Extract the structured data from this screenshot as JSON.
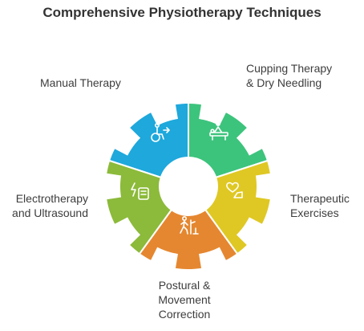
{
  "title": "Comprehensive Physiotherapy Techniques",
  "segments": [
    {
      "id": "manual",
      "lines": [
        "Manual Therapy"
      ],
      "color": "#1ea8dc",
      "icon": "wheelchair-person-icon"
    },
    {
      "id": "cupping",
      "lines": [
        "Cupping Therapy",
        "& Dry Needling"
      ],
      "color": "#3cc47c",
      "icon": "massage-table-icon"
    },
    {
      "id": "exercises",
      "lines": [
        "Therapeutic",
        "Exercises"
      ],
      "color": "#dfc823",
      "icon": "heart-arm-icon"
    },
    {
      "id": "postural",
      "lines": [
        "Postural &",
        "Movement",
        "Correction"
      ],
      "color": "#e58730",
      "icon": "walking-person-icon"
    },
    {
      "id": "electro",
      "lines": [
        "Electrotherapy",
        "and Ultrasound"
      ],
      "color": "#8cba3a",
      "icon": "electro-device-icon"
    }
  ]
}
